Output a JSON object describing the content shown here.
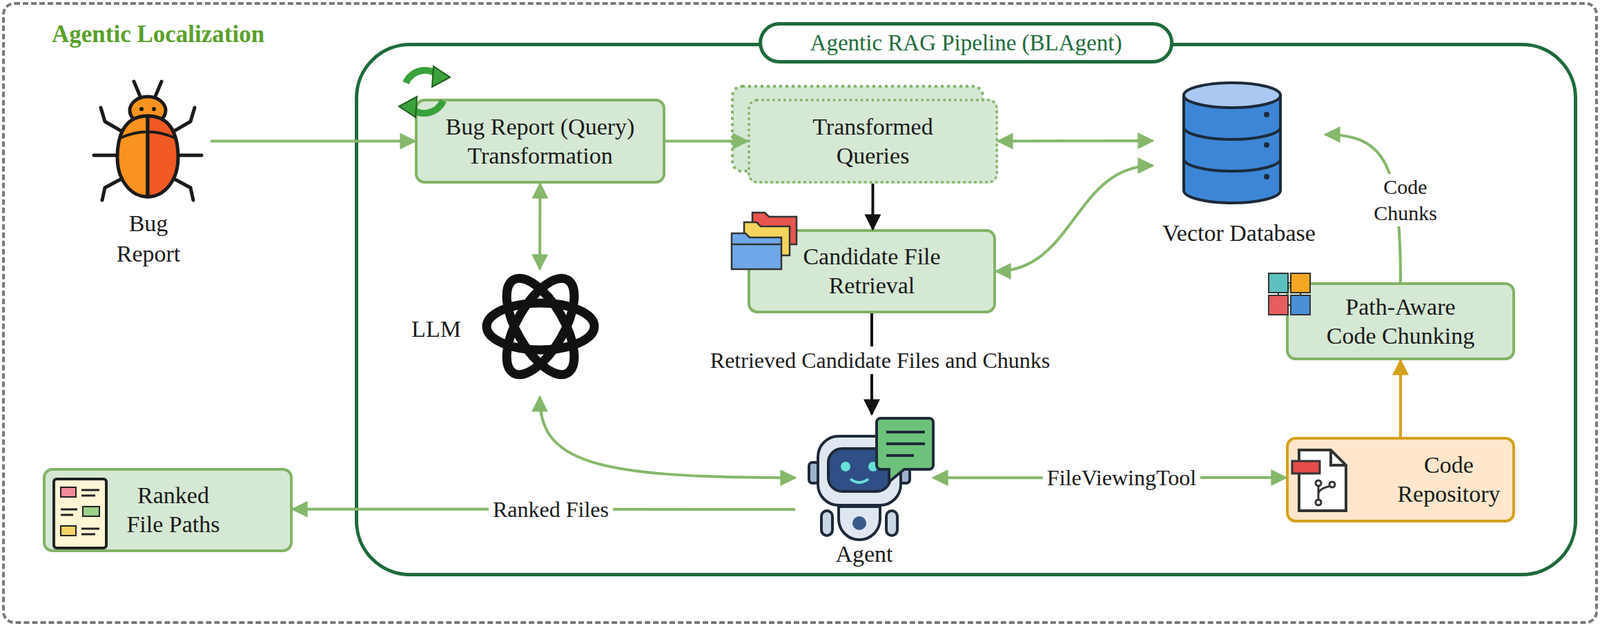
{
  "diagram": {
    "nodes": [
      {
        "text": [
          "Agentic Localization"
        ]
      },
      {
        "text": [
          "Bug Report"
        ],
        "in": 0
      },
      {
        "text": [
          "Agentic RAG Pipeline (BLAgent)"
        ],
        "in": 0
      },
      {
        "text": [
          "Bug Report (Query) Transformation"
        ],
        "in": 2
      },
      {
        "text": [
          "Transformed Queries"
        ],
        "in": 2
      },
      {
        "text": [
          "Vector Database"
        ],
        "in": 2
      },
      {
        "text": [
          "Candidate File Retrieval"
        ],
        "in": 2
      },
      {
        "text": [
          "LLM"
        ],
        "in": 2
      },
      {
        "text": [
          "Path-Aware Code Chunking"
        ],
        "in": 2
      },
      {
        "text": [
          "Agent"
        ],
        "in": 2
      },
      {
        "text": [
          "Code Repository"
        ],
        "in": 2
      },
      {
        "text": [
          "Ranked File Paths"
        ],
        "in": 0
      }
    ],
    "edges": [
      {
        "from": 1,
        "to": 3,
        "arrow": "to"
      },
      {
        "from": 3,
        "to": 4,
        "arrow": "to"
      },
      {
        "from": 4,
        "to": 5,
        "arrow": "both"
      },
      {
        "from": 4,
        "to": 6,
        "arrow": "to"
      },
      {
        "from": 6,
        "to": 5,
        "arrow": "both"
      },
      {
        "from": 3,
        "to": 7,
        "arrow": "both"
      },
      {
        "from": 6,
        "to": 9,
        "label": "Retrieved Candidate Files and Chunks",
        "arrow": "to"
      },
      {
        "from": 7,
        "to": 9,
        "arrow": "both"
      },
      {
        "from": 9,
        "to": 10,
        "label": "FileViewingTool",
        "arrow": "both"
      },
      {
        "from": 10,
        "to": 8,
        "arrow": "to"
      },
      {
        "from": 8,
        "to": 5,
        "label": "Code Chunks",
        "arrow": "to"
      },
      {
        "from": 9,
        "to": 11,
        "label": "Ranked Files",
        "arrow": "to"
      }
    ]
  }
}
